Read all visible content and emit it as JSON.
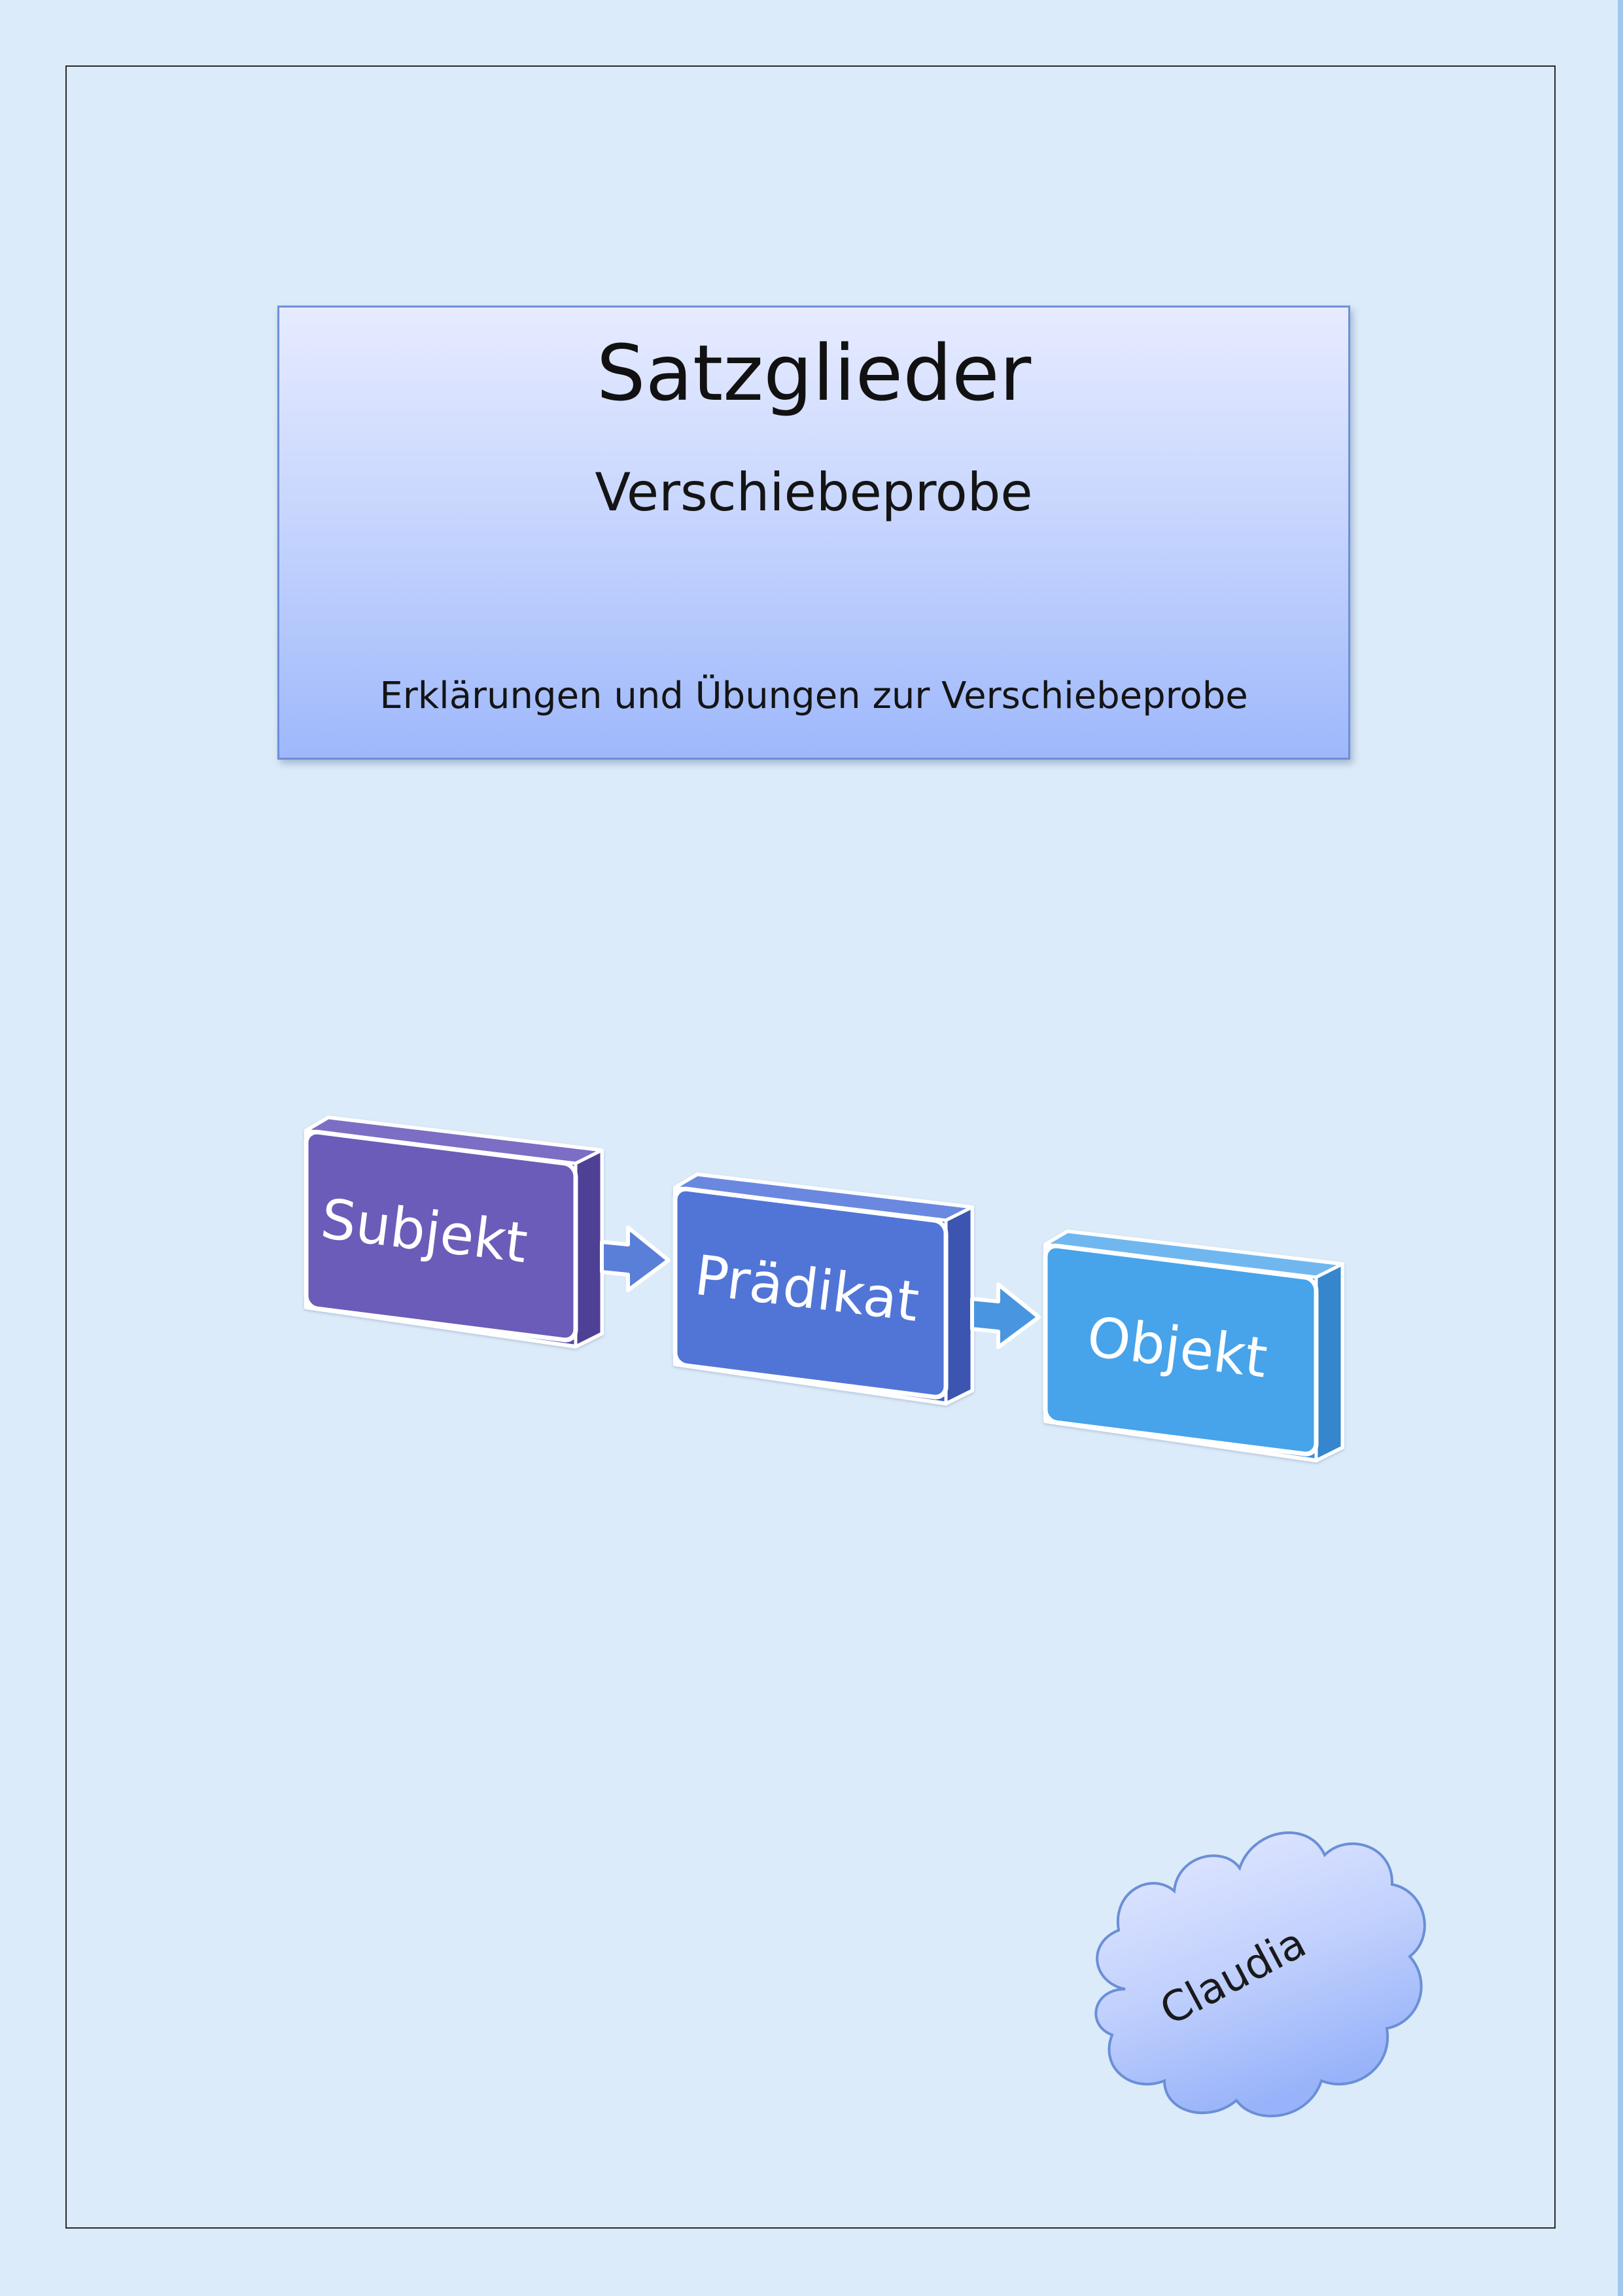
{
  "cover": {
    "title": "Satzglieder",
    "subtitle": "Verschiebeprobe",
    "description": "Erklärungen und Übungen zur Verschiebeprobe"
  },
  "diagram": {
    "nodes": [
      {
        "label": "Subjekt",
        "color": "#6a5cb8"
      },
      {
        "label": "Prädikat",
        "color": "#5174d6"
      },
      {
        "label": "Objekt",
        "color": "#47a3ea"
      }
    ],
    "arrow_icon": "right-arrow-icon"
  },
  "author": {
    "name": "Claudia",
    "shape_icon": "cloud-icon"
  },
  "colors": {
    "page_background": "#dbebf9",
    "title_box_top": "#e6ebff",
    "title_box_bottom": "#9eb8fb",
    "frame": "#2a2a2a"
  }
}
